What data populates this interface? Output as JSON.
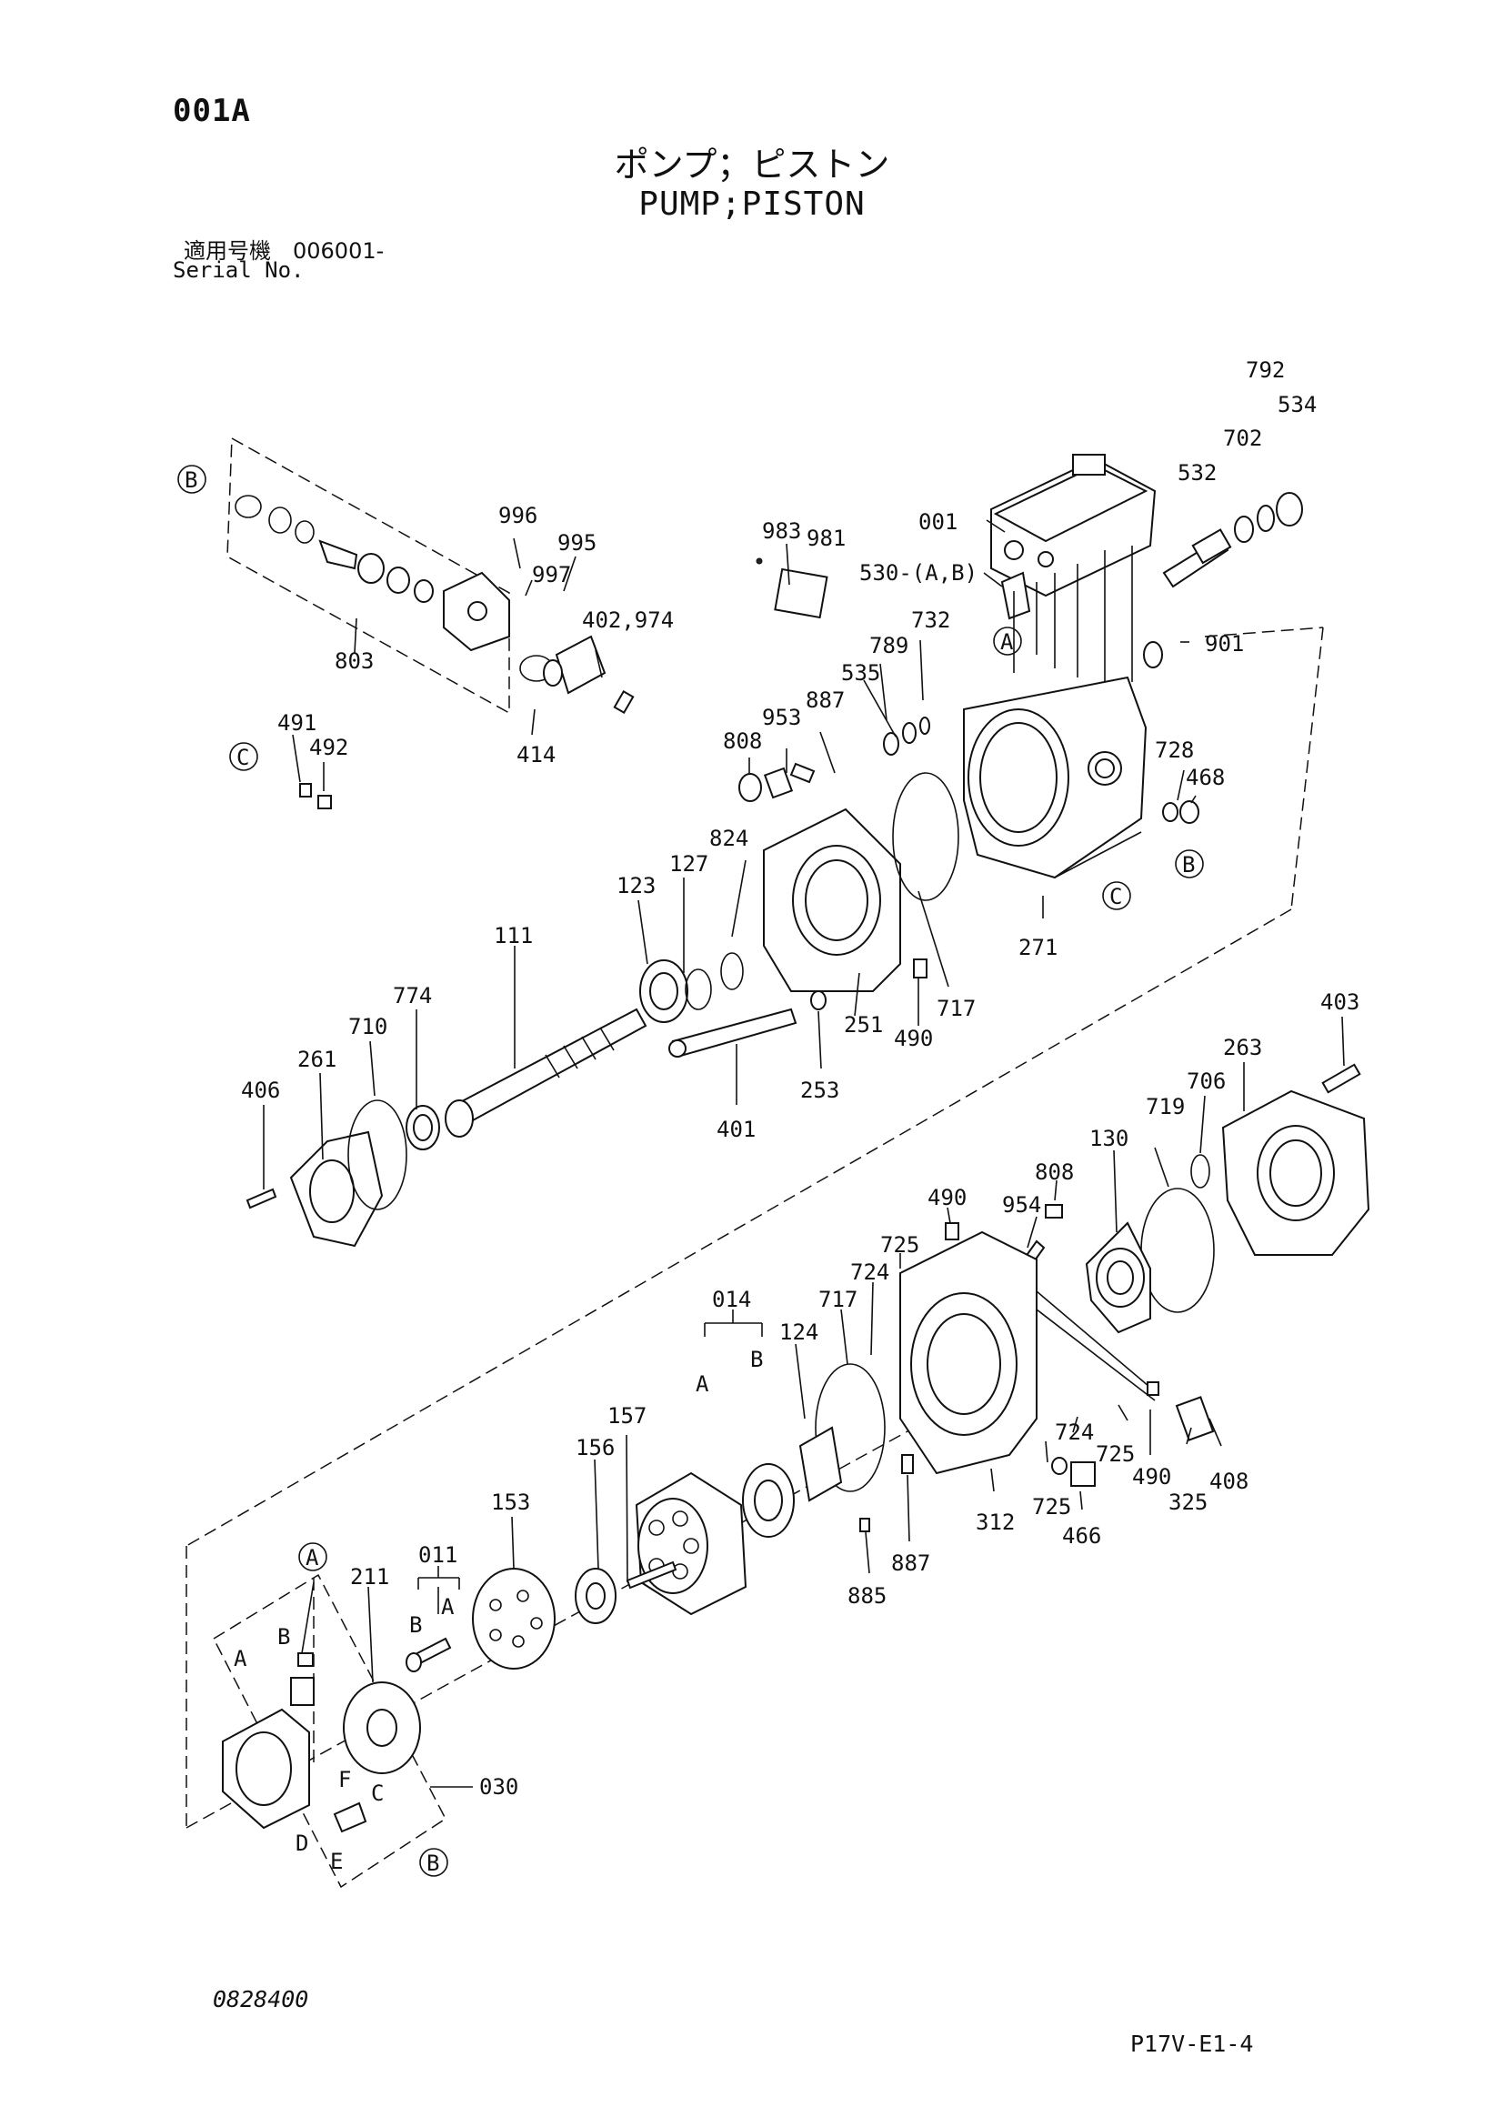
{
  "header": {
    "page_code": "001A",
    "title_jp": "ポンプ；ピストン",
    "title_en": "PUMP;PISTON",
    "serial_label_jp": "適用号機　006001-",
    "serial_label_en": "Serial No."
  },
  "footer": {
    "doc_id": "0828400",
    "plate_id": "P17V-E1-4"
  },
  "callouts": {
    "p792": "792",
    "p534": "534",
    "p702": "702",
    "p532": "532",
    "p001": "001",
    "p983": "983",
    "p981": "981",
    "p530": "530-(A,B)",
    "p789": "789",
    "p732": "732",
    "p901": "901",
    "p535": "535",
    "p887a": "887",
    "p953": "953",
    "p808a": "808",
    "p728": "728",
    "p468": "468",
    "p824": "824",
    "p127": "127",
    "p123": "123",
    "p271": "271",
    "p111": "111",
    "p717a": "717",
    "p490a": "490",
    "p251": "251",
    "p253": "253",
    "p401": "401",
    "p774": "774",
    "p710": "710",
    "p261": "261",
    "p406": "406",
    "p403": "403",
    "p263": "263",
    "p706": "706",
    "p719": "719",
    "p130": "130",
    "p808b": "808",
    "p490b": "490",
    "p954": "954",
    "p725a": "725",
    "p724a": "724",
    "p014": "014",
    "p717b": "717",
    "p124": "124",
    "p724b": "724",
    "p725b": "725",
    "p490c": "490",
    "p408": "408",
    "p325": "325",
    "p725c": "725",
    "p466": "466",
    "p312": "312",
    "p887b": "887",
    "p885": "885",
    "p157": "157",
    "p156": "156",
    "p153": "153",
    "p011": "011",
    "p211": "211",
    "p030": "030",
    "p996": "996",
    "p995": "995",
    "p997": "997",
    "p402": "402,974",
    "p803": "803",
    "p414": "414",
    "p491": "491",
    "p492": "492"
  },
  "sub_labels": {
    "a014": "A",
    "b014": "B",
    "a011": "A",
    "b011": "B",
    "a030": "A",
    "b030": "B",
    "f030": "F",
    "c030": "C",
    "d030": "D",
    "e030": "E"
  },
  "ref_markers": {
    "b_top": "B",
    "c_left": "C",
    "a_body": "A",
    "b_body": "B",
    "c_body": "C",
    "a_swash": "A",
    "b_bottom": "B"
  }
}
